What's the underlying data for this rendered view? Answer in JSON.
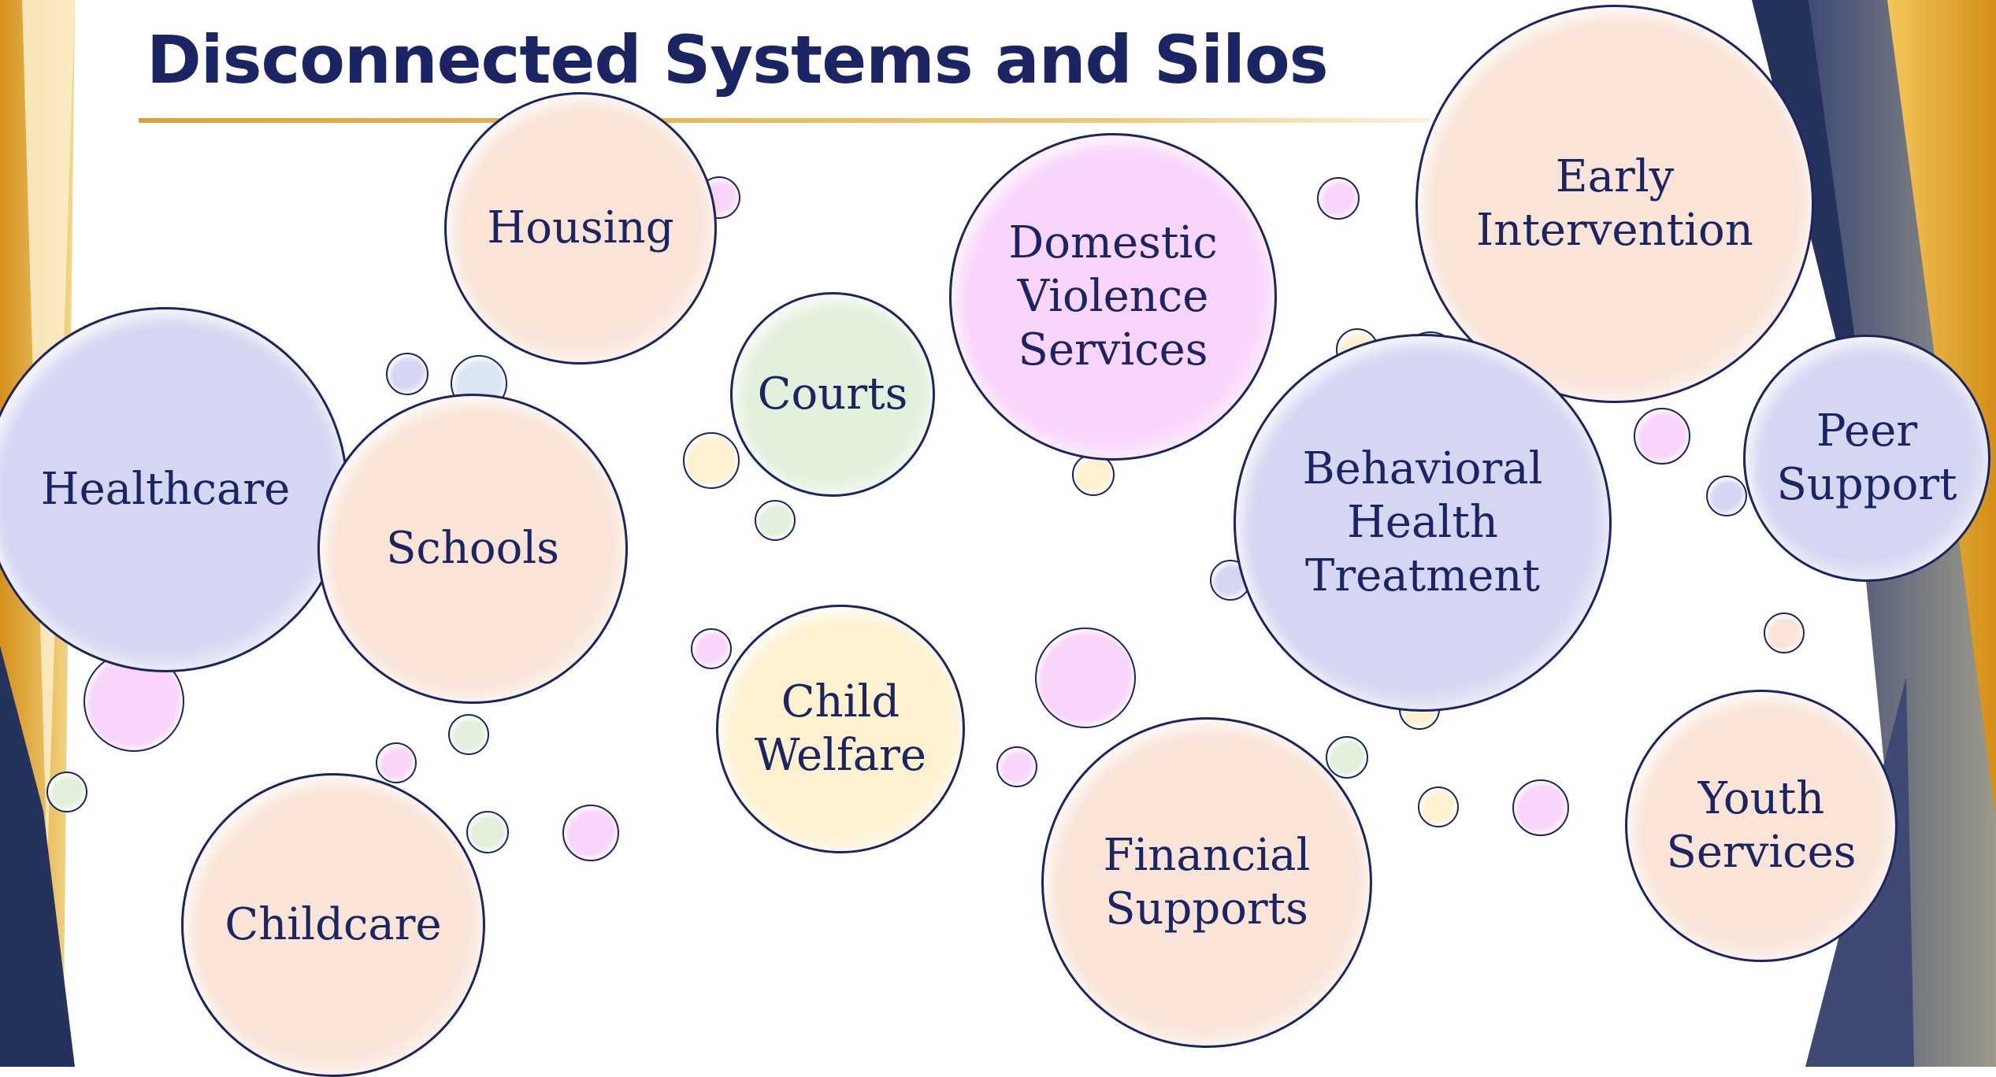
{
  "slide": {
    "title": "Disconnected Systems and Silos"
  },
  "colors": {
    "title": "#1b2563",
    "peach": "#f9e4d7",
    "lavender": "#d5d6f2",
    "pink": "#f9d5fb",
    "green": "#e2efda",
    "yellow": "#fdf1cf",
    "pale-blue": "#dce6f3",
    "gold": "#e0a531",
    "navy": "#26325e"
  },
  "nodes": [
    {
      "id": "housing",
      "label": "Housing",
      "color": "peach"
    },
    {
      "id": "healthcare",
      "label": "Healthcare",
      "color": "lavender"
    },
    {
      "id": "schools",
      "label": "Schools",
      "color": "peach"
    },
    {
      "id": "courts",
      "label": "Courts",
      "color": "green"
    },
    {
      "id": "domestic-violence-services",
      "label": "Domestic\nViolence\nServices",
      "color": "pink"
    },
    {
      "id": "early-intervention",
      "label": "Early\nIntervention",
      "color": "peach"
    },
    {
      "id": "behavioral-health-treatment",
      "label": "Behavioral\nHealth\nTreatment",
      "color": "lavender"
    },
    {
      "id": "peer-support",
      "label": "Peer\nSupport",
      "color": "lavender"
    },
    {
      "id": "child-welfare",
      "label": "Child\nWelfare",
      "color": "yellow"
    },
    {
      "id": "childcare",
      "label": "Childcare",
      "color": "peach"
    },
    {
      "id": "financial-supports",
      "label": "Financial\nSupports",
      "color": "peach"
    },
    {
      "id": "youth-services",
      "label": "Youth\nServices",
      "color": "peach"
    }
  ]
}
